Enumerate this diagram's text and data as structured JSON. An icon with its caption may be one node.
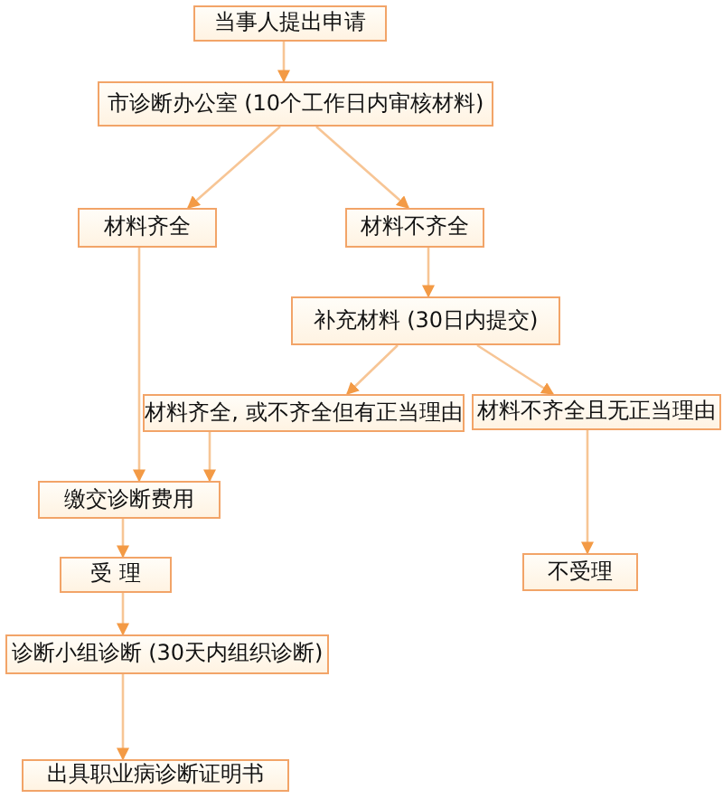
{
  "diagram": {
    "nodes": [
      {
        "text": [
          "当事人提出申请"
        ]
      },
      {
        "text": [
          "市诊断办公室 (10个工作日内审核材料)"
        ]
      },
      {
        "text": [
          "材料齐全"
        ]
      },
      {
        "text": [
          "材料不齐全"
        ]
      },
      {
        "text": [
          "补充材料 (30日内提交)"
        ]
      },
      {
        "text": [
          "材料齐全, 或不齐全但有正当理由"
        ]
      },
      {
        "text": [
          "材料不齐全且无正当理由"
        ]
      },
      {
        "text": [
          "缴交诊断费用"
        ]
      },
      {
        "text": [
          "受 理"
        ]
      },
      {
        "text": [
          "诊断小组诊断 (30天内组织诊断)"
        ]
      },
      {
        "text": [
          "不受理"
        ]
      },
      {
        "text": [
          "出具职业病诊断证明书"
        ]
      }
    ],
    "edges": [
      {
        "from": 0,
        "to": 1,
        "arrow": "to"
      },
      {
        "from": 1,
        "to": 2,
        "arrow": "to"
      },
      {
        "from": 1,
        "to": 3,
        "arrow": "to"
      },
      {
        "from": 2,
        "to": 7,
        "arrow": "to"
      },
      {
        "from": 3,
        "to": 4,
        "arrow": "to"
      },
      {
        "from": 4,
        "to": 5,
        "arrow": "to"
      },
      {
        "from": 4,
        "to": 6,
        "arrow": "to"
      },
      {
        "from": 5,
        "to": 7,
        "arrow": "to"
      },
      {
        "from": 7,
        "to": 8,
        "arrow": "to"
      },
      {
        "from": 6,
        "to": 10,
        "arrow": "to"
      },
      {
        "from": 8,
        "to": 9,
        "arrow": "to"
      },
      {
        "from": 9,
        "to": 11,
        "arrow": "to"
      }
    ]
  }
}
